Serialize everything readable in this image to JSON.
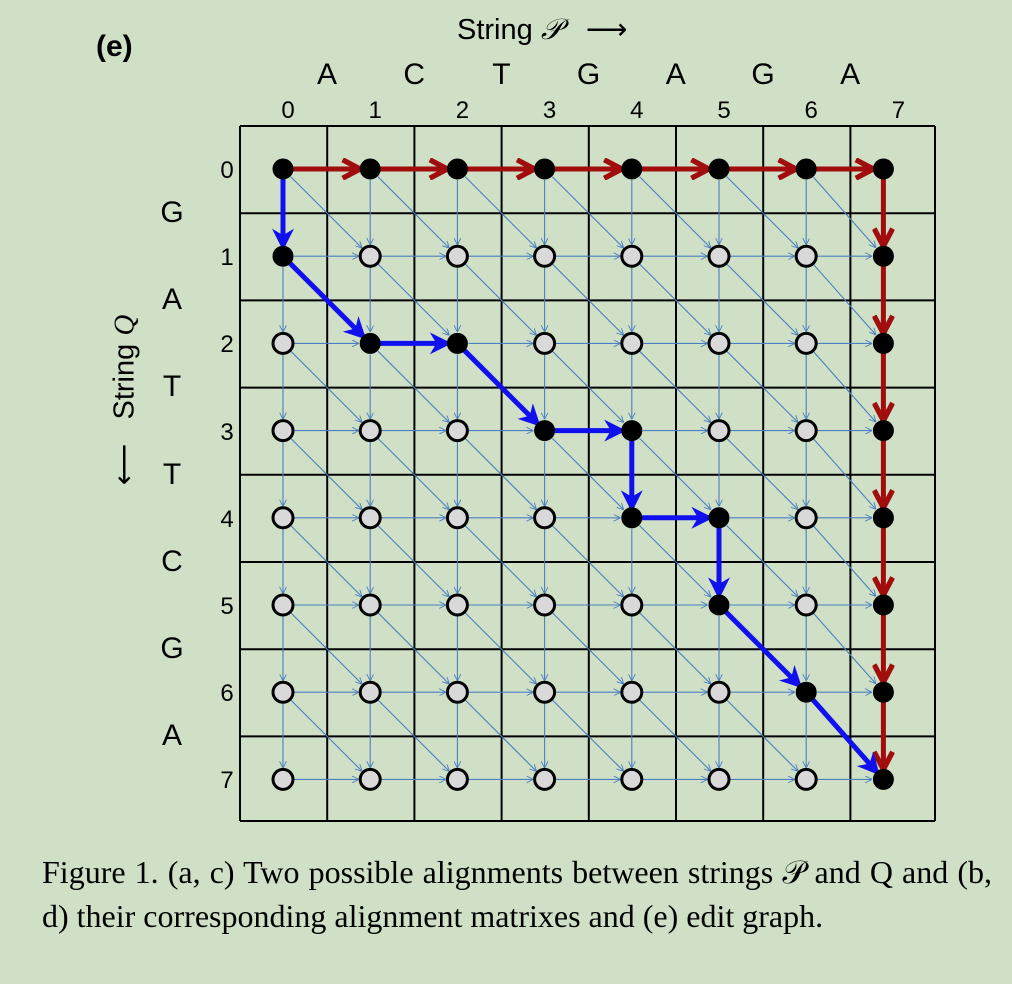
{
  "panel_label": "(e)",
  "string_p": {
    "prefix": "String",
    "symbol": "𝒫"
  },
  "string_q": {
    "prefix": "String",
    "symbol": "Q"
  },
  "string_p_letters": [
    "A",
    "C",
    "T",
    "G",
    "A",
    "G",
    "A"
  ],
  "string_q_letters": [
    "G",
    "A",
    "T",
    "T",
    "C",
    "G",
    "A"
  ],
  "col_indices": [
    "0",
    "1",
    "2",
    "3",
    "4",
    "5",
    "6",
    "7"
  ],
  "row_indices": [
    "0",
    "1",
    "2",
    "3",
    "4",
    "5",
    "6",
    "7"
  ],
  "colors": {
    "background": "#cfe0c6",
    "edge": "#4a7fc1",
    "path_red": "#a10d0d",
    "path_blue": "#1010ee",
    "node_open_fill": "#d9d9d9",
    "node_filled": "#000000"
  },
  "red_path": [
    [
      0,
      0
    ],
    [
      0,
      1
    ],
    [
      0,
      2
    ],
    [
      0,
      3
    ],
    [
      0,
      4
    ],
    [
      0,
      5
    ],
    [
      0,
      6
    ],
    [
      0,
      7
    ],
    [
      1,
      7
    ],
    [
      2,
      7
    ],
    [
      3,
      7
    ],
    [
      4,
      7
    ],
    [
      5,
      7
    ],
    [
      6,
      7
    ],
    [
      7,
      7
    ]
  ],
  "blue_path": [
    [
      0,
      0
    ],
    [
      1,
      0
    ],
    [
      2,
      1
    ],
    [
      2,
      2
    ],
    [
      3,
      3
    ],
    [
      3,
      4
    ],
    [
      4,
      4
    ],
    [
      4,
      5
    ],
    [
      5,
      5
    ],
    [
      6,
      6
    ],
    [
      7,
      7
    ]
  ],
  "caption": {
    "text": "Figure 1. (a, c) Two possible alignments between strings 𝒫 and Q and (b, d) their corresponding alignment matrixes and (e) edit graph."
  }
}
